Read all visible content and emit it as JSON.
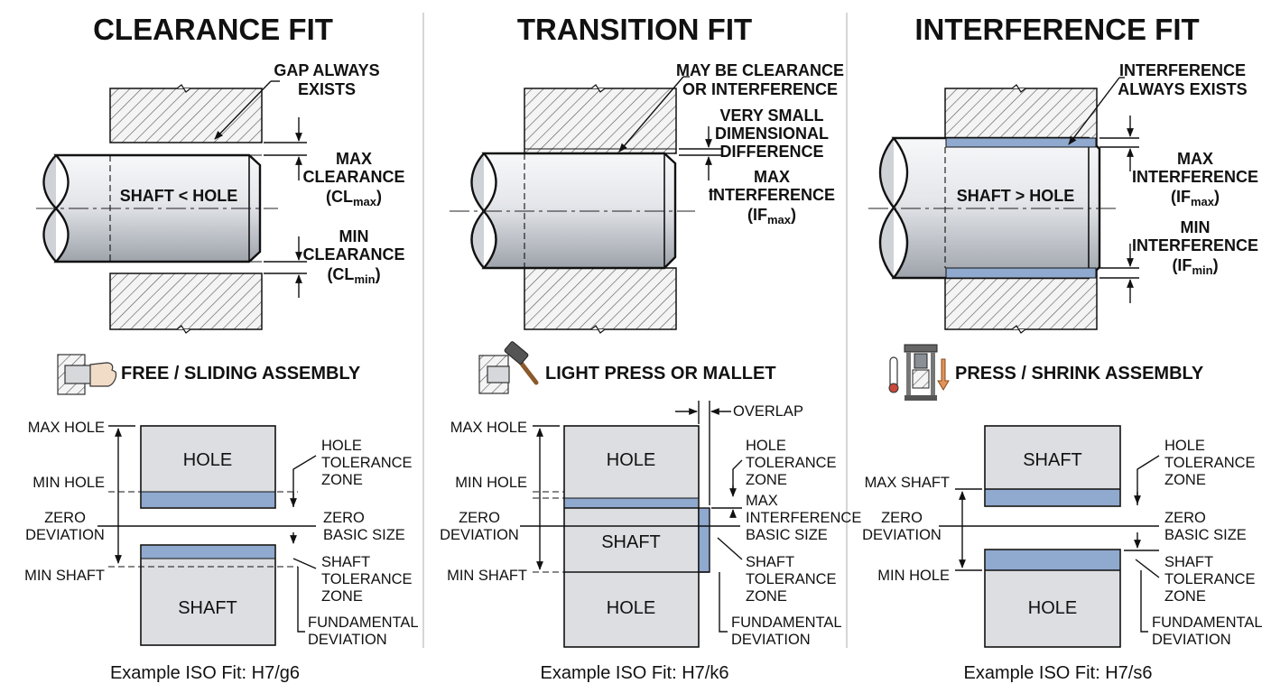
{
  "panels": [
    {
      "title": "CLEARANCE FIT",
      "shaft_label": "SHAFT < HOLE",
      "callout_top": [
        "GAP ALWAYS",
        "EXISTS"
      ],
      "max_label": [
        "MAX",
        "CLEARANCE",
        "(CL",
        "max",
        ")"
      ],
      "min_label": [
        "MIN",
        "CLEARANCE",
        "(CL",
        "min",
        ")"
      ],
      "assembly": "FREE / SLIDING ASSEMBLY",
      "zone": {
        "left_labels": [
          "MAX HOLE",
          "MIN HOLE",
          "ZERO",
          "DEVIATION",
          "MIN SHAFT"
        ],
        "box_top": "HOLE",
        "box_bottom": "SHAFT",
        "right_labels": [
          "HOLE",
          "TOLERANCE",
          "ZONE",
          "ZERO",
          "BASIC SIZE",
          "SHAFT",
          "TOLERANCE",
          "ZONE",
          "FUNDAMENTAL",
          "DEVIATION"
        ]
      },
      "example": "Example ISO Fit: H7/g6"
    },
    {
      "title": "TRANSITION FIT",
      "callout_top": [
        "MAY BE CLEARANCE",
        "OR INTERFERENCE"
      ],
      "small_diff": [
        "VERY SMALL",
        "DIMENSIONAL",
        "DIFFERENCE"
      ],
      "max_label": [
        "MAX",
        "INTERFERENCE",
        "(IF",
        "max",
        ")"
      ],
      "assembly": "LIGHT PRESS OR MALLET",
      "zone": {
        "overlap": "OVERLAP",
        "left_labels": [
          "MAX HOLE",
          "MIN HOLE",
          "ZERO",
          "DEVIATION",
          "MIN SHAFT"
        ],
        "box_top": "HOLE",
        "box_mid": "SHAFT",
        "box_bottom": "HOLE",
        "right_labels": [
          "HOLE",
          "TOLERANCE",
          "ZONE",
          "MAX",
          "INTERFERENCE",
          "BASIC SIZE",
          "SHAFT",
          "TOLERANCE",
          "ZONE",
          "FUNDAMENTAL",
          "DEVIATION"
        ]
      },
      "example": "Example ISO Fit: H7/k6"
    },
    {
      "title": "INTERFERENCE FIT",
      "shaft_label": "SHAFT > HOLE",
      "callout_top": [
        "INTERFERENCE",
        "ALWAYS EXISTS"
      ],
      "max_label": [
        "MAX",
        "INTERFERENCE",
        "(IF",
        "max",
        ")"
      ],
      "min_label": [
        "MIN",
        "INTERFERENCE",
        "(IF",
        "min",
        ")"
      ],
      "assembly": "PRESS / SHRINK ASSEMBLY",
      "zone": {
        "left_labels": [
          "MAX SHAFT",
          "ZERO",
          "DEVIATION",
          "MIN HOLE"
        ],
        "box_top": "SHAFT",
        "box_bottom": "HOLE",
        "right_labels": [
          "HOLE",
          "TOLERANCE",
          "ZONE",
          "ZERO",
          "BASIC SIZE",
          "SHAFT",
          "TOLERANCE",
          "ZONE",
          "FUNDAMENTAL",
          "DEVIATION"
        ]
      },
      "example": "Example ISO Fit: H7/s6"
    }
  ],
  "colors": {
    "zone_blue": "#8fa9cf",
    "box_gray": "#dcdee2",
    "ink": "#111111"
  },
  "icons": [
    "sliding-hand-icon",
    "mallet-icon",
    "press-icon"
  ]
}
